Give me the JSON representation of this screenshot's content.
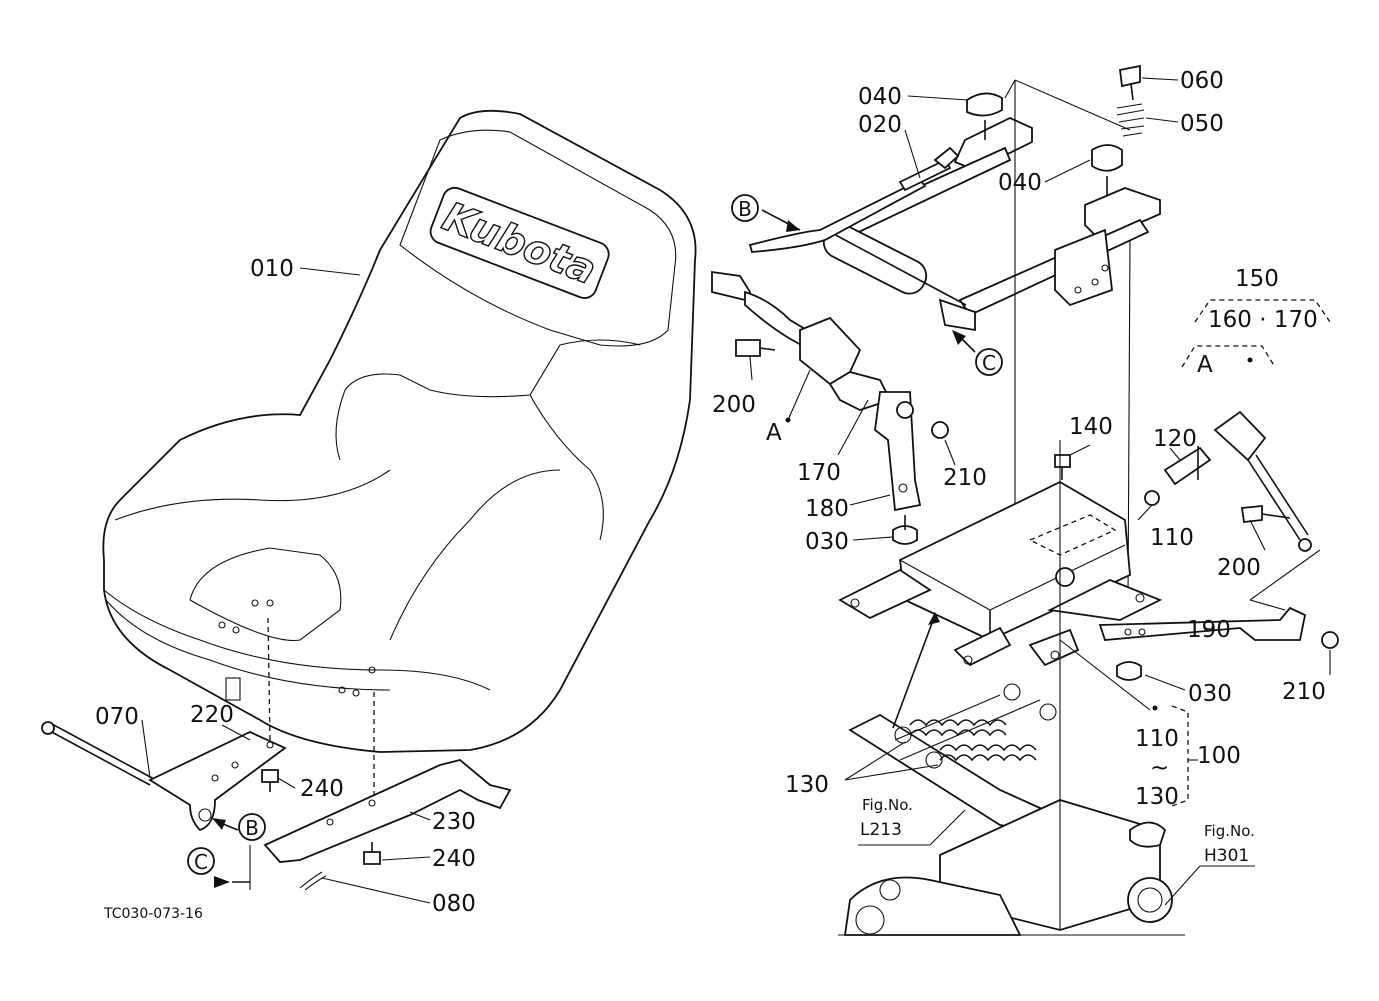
{
  "brand_text": "Kubota",
  "labels": {
    "p010": "010",
    "p020": "020",
    "p030a": "030",
    "p030b": "030",
    "p040a": "040",
    "p040b": "040",
    "p050": "050",
    "p060": "060",
    "p070": "070",
    "p080": "080",
    "p100": "100",
    "p110a": "110",
    "p110b": "110",
    "p120": "120",
    "p130a": "130",
    "p130b": "130",
    "p140": "140",
    "p150": "150",
    "p160_170": "160 · 170",
    "p170": "170",
    "p180": "180",
    "p190": "190",
    "p200a": "200",
    "p200b": "200",
    "p210a": "210",
    "p210b": "210",
    "p220": "220",
    "p230": "230",
    "p240a": "240",
    "p240b": "240",
    "tilde": "~"
  },
  "refs": {
    "A1": "A",
    "A2": "A",
    "B1": "B",
    "B2": "B",
    "C1": "C",
    "C2": "C"
  },
  "fig_refs": {
    "l213_title": "Fig.No.",
    "l213_code": "L213",
    "h301_title": "Fig.No.",
    "h301_code": "H301"
  },
  "drawing_code": "TC030-073-16"
}
